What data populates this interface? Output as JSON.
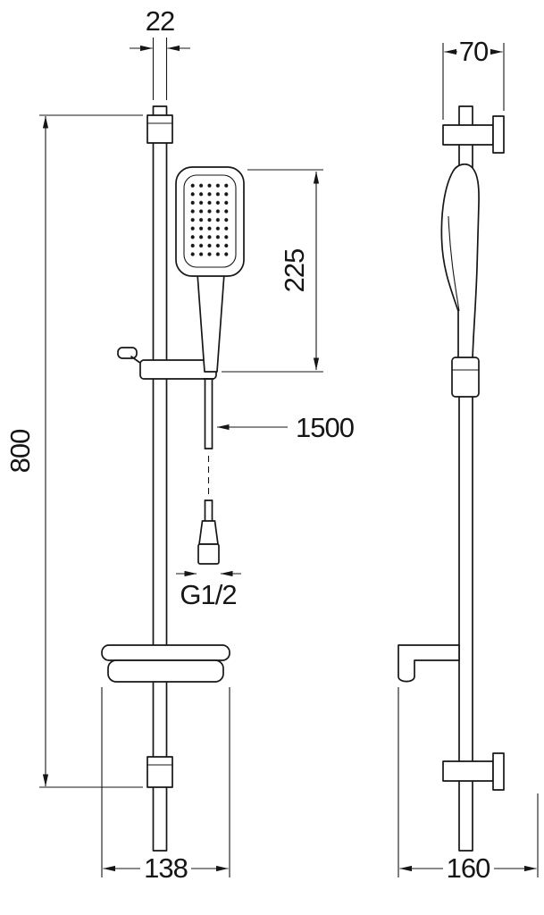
{
  "drawing": {
    "type": "shower-rail-set-dimension-diagram",
    "views": [
      "front",
      "side"
    ],
    "colors": {
      "line": "#161616",
      "background": "#ffffff"
    }
  },
  "dims": {
    "rail_width": "22",
    "bracket_depth": "70",
    "handshower_height": "225",
    "hose_length": "1500",
    "thread": "G1/2",
    "bar_height": "800",
    "shelf_width": "138",
    "shelf_depth": "160"
  }
}
